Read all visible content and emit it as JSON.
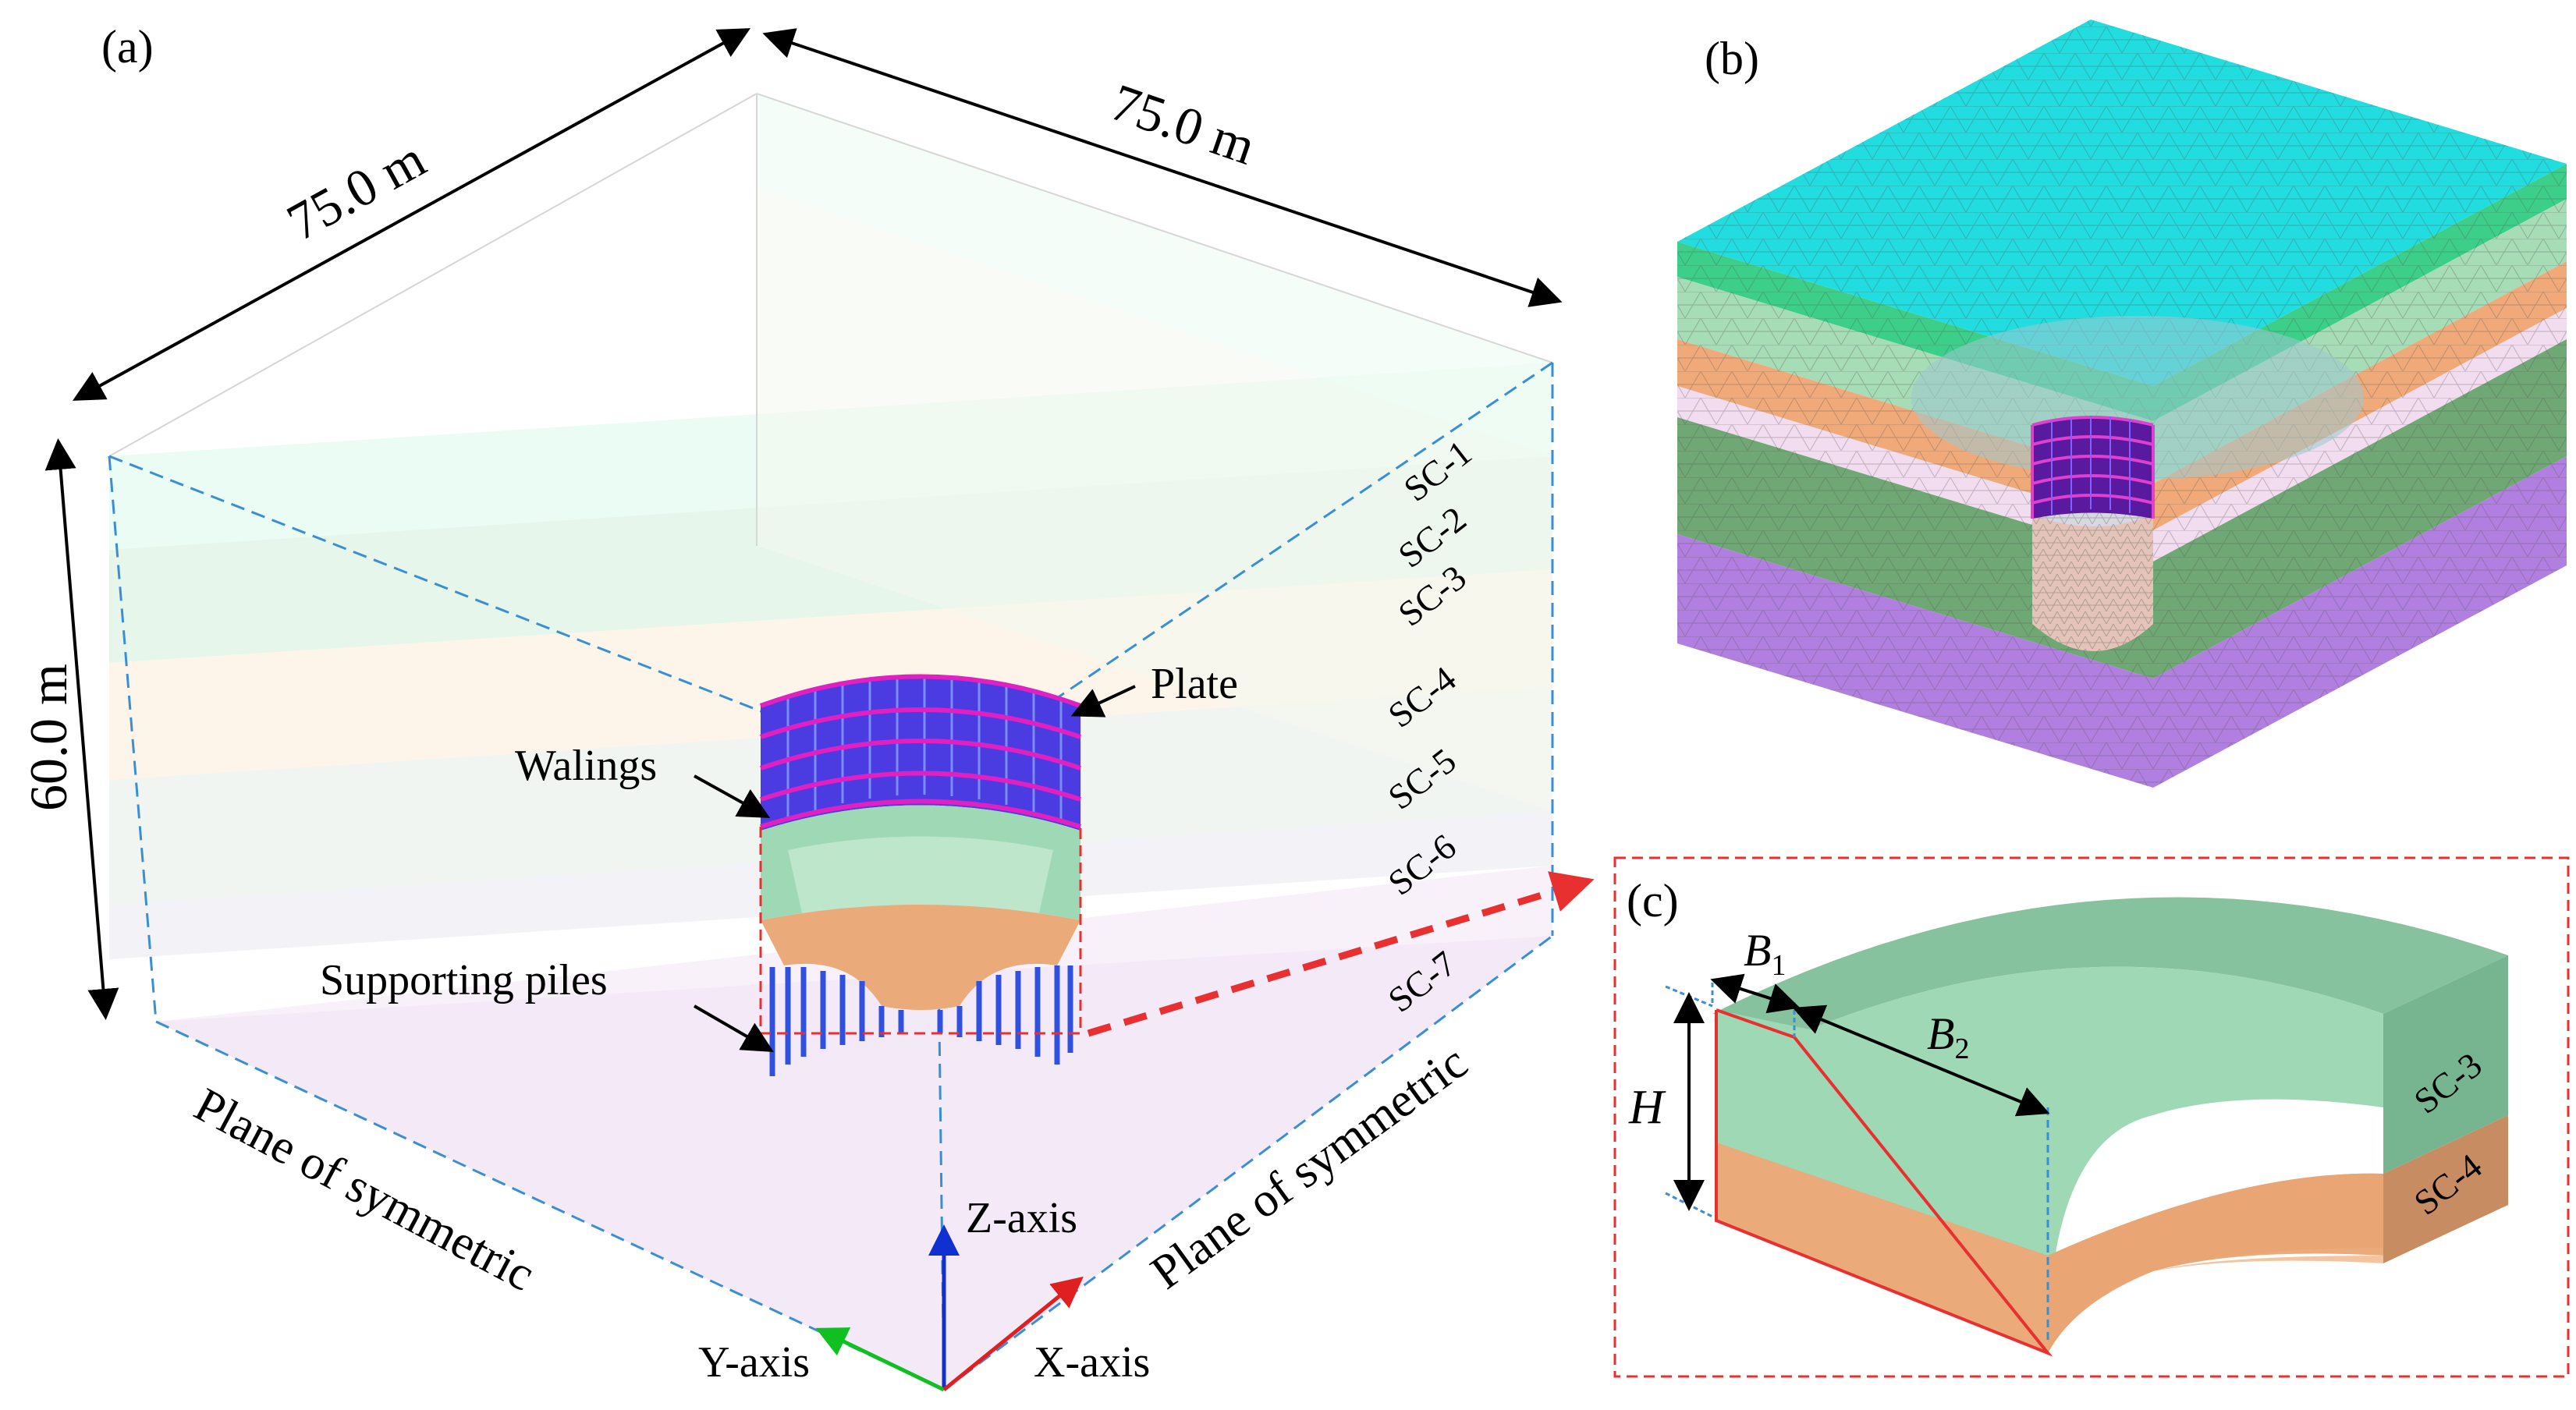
{
  "panels": {
    "a": "(a)",
    "b": "(b)",
    "c": "(c)"
  },
  "dimensions": {
    "width_left": "75.0 m",
    "width_right": "75.0 m",
    "depth": "60.0 m"
  },
  "callouts": {
    "plate": "Plate",
    "walings": "Walings",
    "piles": "Supporting piles"
  },
  "layers": [
    "SC-1",
    "SC-2",
    "SC-3",
    "SC-4",
    "SC-5",
    "SC-6",
    "SC-7"
  ],
  "planes": {
    "left": "Plane of symmetric",
    "right": "Plane of symmetric"
  },
  "axes": {
    "z": "Z-axis",
    "y": "Y-axis",
    "x": "X-axis"
  },
  "detail": {
    "b1_main": "B",
    "b1_sub": "1",
    "b2_main": "B",
    "b2_sub": "2",
    "h": "H",
    "layer_top": "SC-3",
    "layer_bottom": "SC-4"
  },
  "colors": {
    "mesh_top": "#22dde0",
    "mesh_green": "#3ccf8a",
    "mesh_lightgreen": "#a6dcb6",
    "mesh_orange": "#f0aa7a",
    "mesh_pink": "#f2dcef",
    "mesh_darkgreen": "#6fa874",
    "mesh_purple": "#b17fe0",
    "wall": "#4a3ce0",
    "waling": "#e020c0",
    "soil_green": "#9fd8b5",
    "soil_orange": "#eaaa7a",
    "highlight": "#e83030"
  }
}
